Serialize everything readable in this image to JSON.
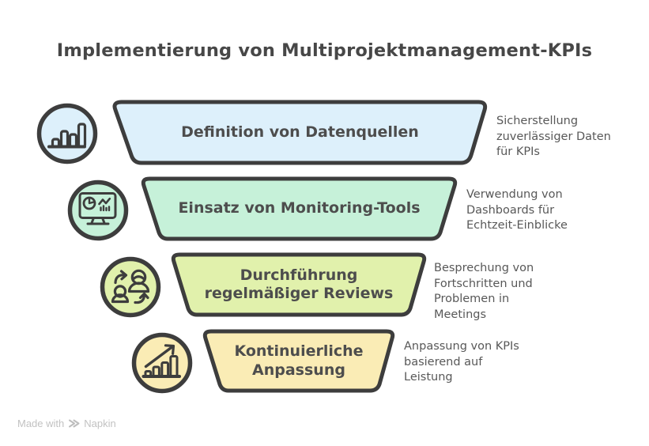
{
  "title": "Implementierung von Multiprojektmanagement-KPIs",
  "outline_color": "#3d3d3d",
  "steps": [
    {
      "label": "Definition von Datenquellen",
      "description": "Sicherstellung\nzuverlässiger Daten\nfür KPIs",
      "icon": "bar-chart-icon",
      "fill": "#ddf0fb"
    },
    {
      "label": "Einsatz von Monitoring-Tools",
      "description": "Verwendung von\nDashboards für\nEchtzeit-Einblicke",
      "icon": "monitor-dashboard-icon",
      "fill": "#c6f1d9"
    },
    {
      "label": "Durchführung\nregelmäßiger Reviews",
      "description": "Besprechung von\nFortschritten und\nProblemen in\nMeetings",
      "icon": "people-sync-icon",
      "fill": "#e1f1ac"
    },
    {
      "label": "Kontinuierliche\nAnpassung",
      "description": "Anpassung von KPIs\nbasierend auf\nLeistung",
      "icon": "growth-chart-icon",
      "fill": "#faecb5"
    }
  ],
  "footer": {
    "made_with": "Made with",
    "brand": "Napkin"
  }
}
